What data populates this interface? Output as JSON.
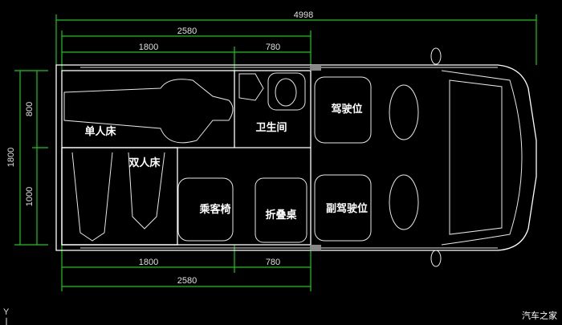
{
  "dimensions": {
    "overall_length": "4998",
    "rear_section_top": "2580",
    "bed_length_top": "1800",
    "bath_length_top": "780",
    "bed_length_bottom": "1800",
    "table_length_bottom": "780",
    "rear_section_bottom": "2580",
    "overall_width": "1800",
    "single_bed_width": "800",
    "double_bed_width": "1000"
  },
  "labels": {
    "single_bed": "单人床",
    "bathroom": "卫生间",
    "driver_seat": "驾驶位",
    "double_bed": "双人床",
    "passenger_chair": "乘客椅",
    "folding_table": "折叠桌",
    "co_driver_seat": "副驾驶位"
  },
  "axis_label": "Y",
  "watermark": "汽车之家",
  "colors": {
    "dimension": "#19c819",
    "outline": "#ffffff",
    "background": "#000000"
  }
}
